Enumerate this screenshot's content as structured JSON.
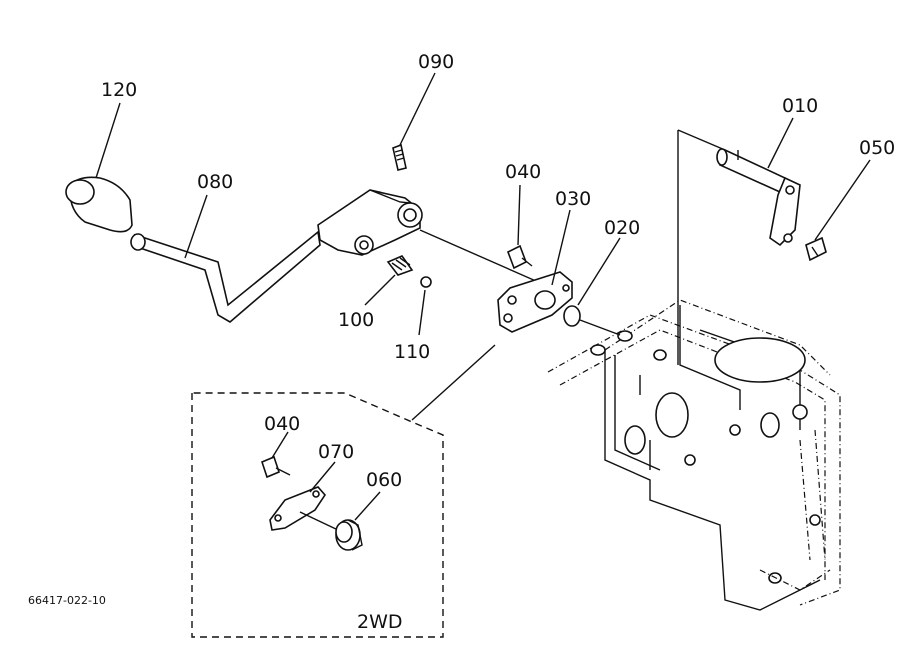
{
  "labels": {
    "p120": "120",
    "p080": "080",
    "p090": "090",
    "p100": "100",
    "p110": "110",
    "p040": "040",
    "p030": "030",
    "p020": "020",
    "p010": "010",
    "p050": "050",
    "p040b": "040",
    "p070": "070",
    "p060": "060"
  },
  "inset_title": "2WD",
  "drawing_number": "66417-022-10"
}
